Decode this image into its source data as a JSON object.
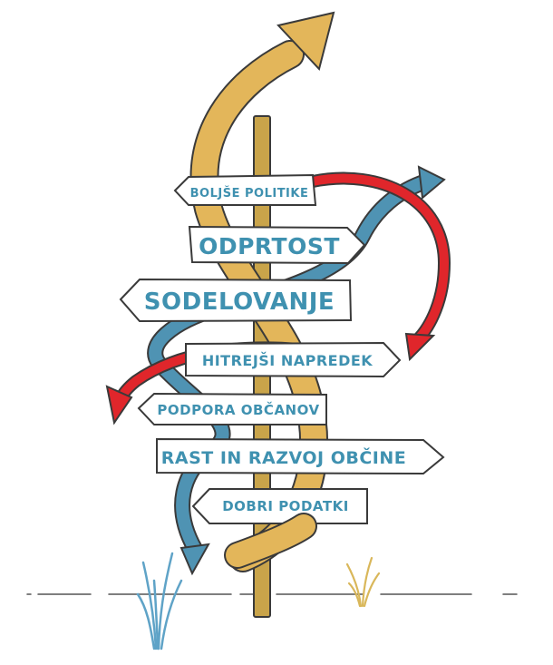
{
  "signs": [
    {
      "label": "BOLJŠE POLITIKE",
      "direction": "left"
    },
    {
      "label": "ODPRTOST",
      "direction": "right"
    },
    {
      "label": "SODELOVANJE",
      "direction": "left"
    },
    {
      "label": "HITREJŠI NAPREDEK",
      "direction": "right"
    },
    {
      "label": "PODPORA OBČANOV",
      "direction": "left"
    },
    {
      "label": "RAST IN RAZVOJ OBČINE",
      "direction": "right"
    },
    {
      "label": "DOBRI PODATKI",
      "direction": "left"
    }
  ],
  "colors": {
    "post": "#c9a44a",
    "yellow_arrow": "#e3b65a",
    "blue_arrow": "#4f93b3",
    "red_arrow": "#e0262b",
    "sign_fill": "#ffffff",
    "sign_text": "#3f91b0",
    "outline": "#3a3a3a",
    "grass_blue": "#5fa3c7",
    "grass_yellow": "#d9b75a"
  }
}
